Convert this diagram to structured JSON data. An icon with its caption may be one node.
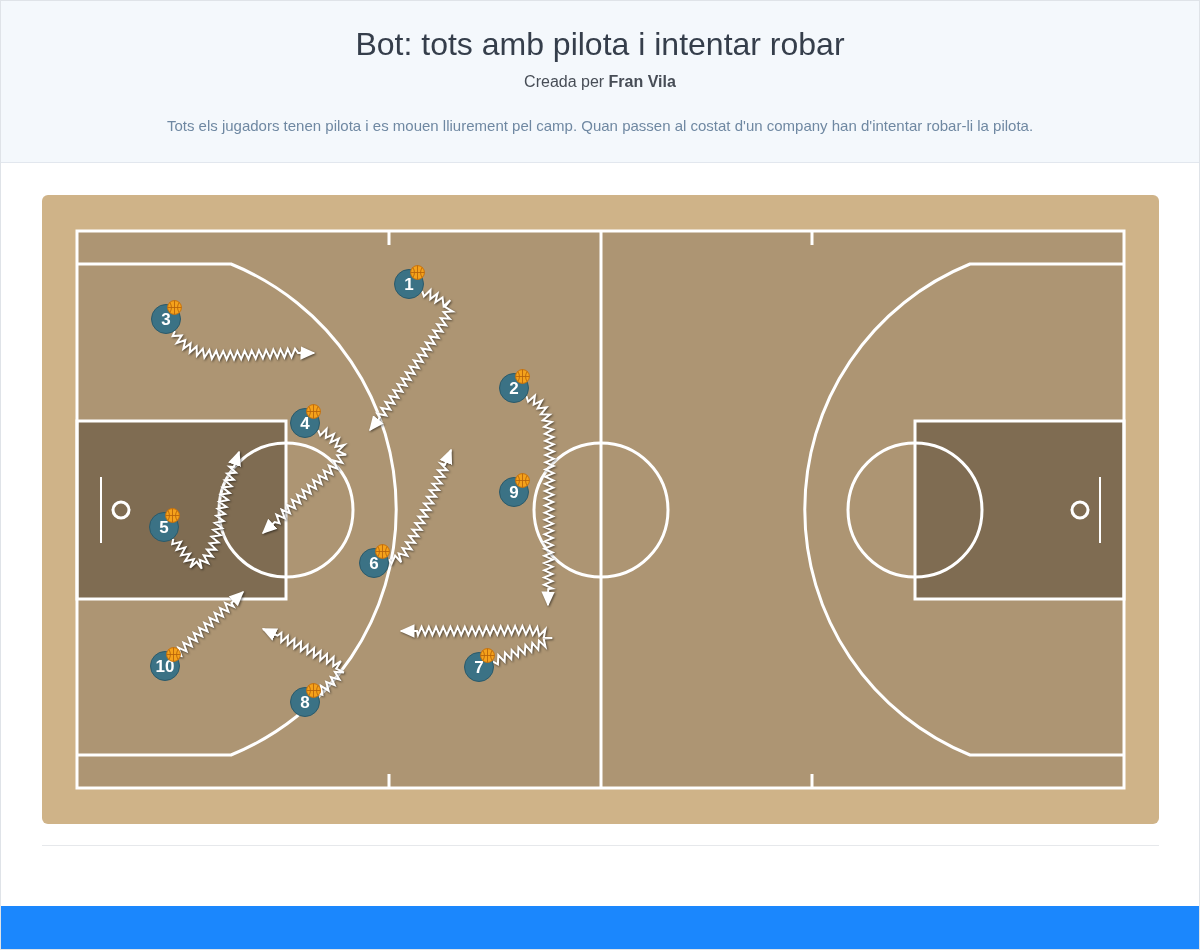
{
  "diagram": {
    "title": "Bot: tots amb pilota i intentar robar",
    "nodes": [
      {
        "text": [
          "1"
        ]
      },
      {
        "text": [
          "2"
        ]
      },
      {
        "text": [
          "3"
        ]
      },
      {
        "text": [
          "4"
        ]
      },
      {
        "text": [
          "5"
        ]
      },
      {
        "text": [
          "6"
        ]
      },
      {
        "text": [
          "7"
        ]
      },
      {
        "text": [
          "8"
        ]
      },
      {
        "text": [
          "9"
        ]
      },
      {
        "text": [
          "10"
        ]
      }
    ],
    "edges": [
      {
        "from": 0,
        "to": null,
        "arrow": "to"
      },
      {
        "from": 1,
        "to": null,
        "arrow": "to"
      },
      {
        "from": 2,
        "to": null,
        "arrow": "to"
      },
      {
        "from": 3,
        "to": null,
        "arrow": "to"
      },
      {
        "from": 4,
        "to": null,
        "arrow": "to"
      },
      {
        "from": 5,
        "to": null,
        "arrow": "to"
      },
      {
        "from": 6,
        "to": null,
        "arrow": "to"
      },
      {
        "from": 7,
        "to": null,
        "arrow": "to"
      },
      {
        "from": 9,
        "to": null,
        "arrow": "to"
      }
    ],
    "labels": [
      "Creada per **Fran Vila**",
      "Tots els jugadors tenen pilota i es mouen lliurement pel camp. Quan passen al costat d'un company han d'intentar robar-li la pilota."
    ]
  }
}
